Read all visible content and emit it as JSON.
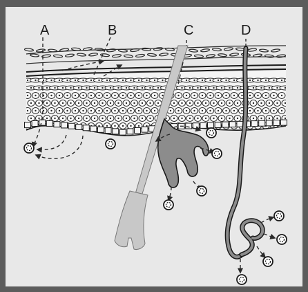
{
  "labels": {
    "a": "A",
    "b": "B",
    "c": "C",
    "d": "D"
  },
  "colors": {
    "frame": "#5c5c5c",
    "background": "#e8e8e8",
    "cell_fill": "#f4f4f4",
    "ink": "#2a2a2a",
    "gland": "#8c8c8c",
    "hair": "#c8c8c8"
  }
}
